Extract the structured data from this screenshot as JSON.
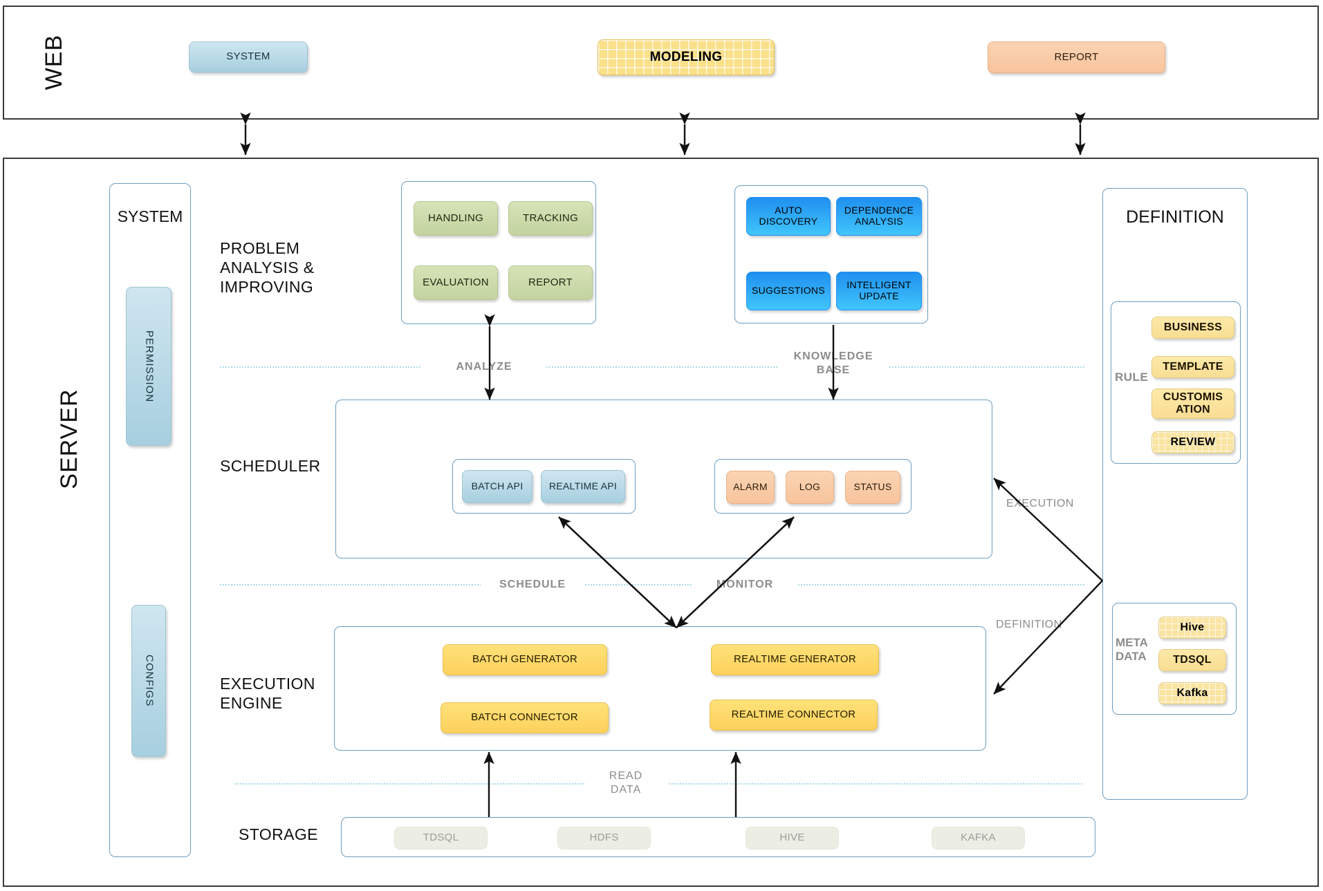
{
  "bands": {
    "web": "WEB",
    "server": "SERVER"
  },
  "web": {
    "buttons": [
      {
        "label": "SYSTEM",
        "style": "blue-soft"
      },
      {
        "label": "MODELING",
        "style": "waffle"
      },
      {
        "label": "REPORT",
        "style": "orange-soft"
      }
    ]
  },
  "system_column": {
    "title": "SYSTEM",
    "chips": [
      "PERMISSION",
      "CONFIGS"
    ]
  },
  "definition_column": {
    "title": "DEFINITION",
    "rule": {
      "label": "RULE",
      "items": [
        {
          "label": "BUSINESS",
          "textured": false
        },
        {
          "label": "TEMPLATE",
          "textured": false
        },
        {
          "label": "CUSTOMIS\nATION",
          "textured": false
        },
        {
          "label": "REVIEW",
          "textured": true
        }
      ]
    },
    "meta": {
      "label": "META\nDATA",
      "items": [
        {
          "label": "Hive",
          "textured": true
        },
        {
          "label": "TDSQL",
          "textured": false
        },
        {
          "label": "Kafka",
          "textured": true
        }
      ]
    }
  },
  "rows": {
    "problem": {
      "title": "PROBLEM\nANALYSIS &\nIMPROVING",
      "items": [
        "HANDLING",
        "TRACKING",
        "EVALUATION",
        "REPORT"
      ]
    },
    "knowledge": {
      "items": [
        "AUTO\nDISCOVERY",
        "DEPENDENCE\nANALYSIS",
        "SUGGESTIONS",
        "INTELLIGENT\nUPDATE"
      ]
    },
    "scheduler": {
      "title": "SCHEDULER",
      "api_group": [
        "BATCH API",
        "REALTIME API"
      ],
      "monitor_group": [
        "ALARM",
        "LOG",
        "STATUS"
      ]
    },
    "execution": {
      "title": "EXECUTION\nENGINE",
      "items": [
        "BATCH GENERATOR",
        "REALTIME GENERATOR",
        "BATCH CONNECTOR",
        "REALTIME CONNECTOR"
      ]
    },
    "storage": {
      "title": "STORAGE",
      "items": [
        "TDSQL",
        "HDFS",
        "HIVE",
        "KAFKA"
      ]
    }
  },
  "flow_labels": {
    "analyze": "ANALYZE",
    "knowledge_base": "KNOWLEDGE\nBASE",
    "schedule": "SCHEDULE",
    "monitor": "MONITOR",
    "read_data": "READ\nDATA",
    "execution": "EXECUTION",
    "definition": "DEFINITION"
  },
  "colors": {
    "frame": "#3a3a3a",
    "panel_border": "#6f9dc0",
    "divider": "#add9e8",
    "accent_blue": "#1f8ff0",
    "accent_yellow": "#fdd05c",
    "accent_green": "#c3d3a0",
    "accent_orange": "#f7c49c",
    "flow_text": "#8c8c8c"
  }
}
